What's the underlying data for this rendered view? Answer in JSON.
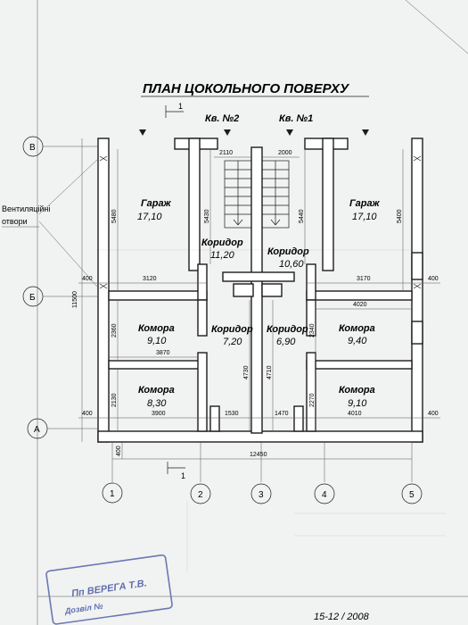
{
  "title": "ПЛАН ЦОКОЛЬНОГО ПОВЕРХУ",
  "section_mark": "1",
  "apartments": [
    "Кв. №2",
    "Кв. №1"
  ],
  "rooms": [
    {
      "id": "garage-left",
      "name": "Гараж",
      "area": "17,10"
    },
    {
      "id": "corridor-2",
      "name": "Коридор",
      "area": "11,20"
    },
    {
      "id": "corridor-1",
      "name": "Коридор",
      "area": "10,60"
    },
    {
      "id": "garage-right",
      "name": "Гараж",
      "area": "17,10"
    },
    {
      "id": "storage-1",
      "name": "Комора",
      "area": "9,10"
    },
    {
      "id": "corridor-3",
      "name": "Коридор",
      "area": "7,20"
    },
    {
      "id": "corridor-4",
      "name": "Коридор",
      "area": "6,90"
    },
    {
      "id": "storage-2",
      "name": "Комора",
      "area": "9,40"
    },
    {
      "id": "storage-3",
      "name": "Комора",
      "area": "8,30"
    },
    {
      "id": "storage-4",
      "name": "Комора",
      "area": "9,10"
    }
  ],
  "vent_label": [
    "Вентиляційні",
    "отвори"
  ],
  "axes_rows": [
    "В",
    "Б",
    "А"
  ],
  "axes_cols": [
    "1",
    "2",
    "3",
    "4",
    "5"
  ],
  "dims": {
    "d2110": "2110",
    "d2000": "2000",
    "d5480": "5480",
    "d5430": "5430",
    "d5440": "5440",
    "d5400": "5400",
    "d400a": "400",
    "d3120": "3120",
    "d3170": "3170",
    "d400b": "400",
    "d11500": "11500",
    "d4020": "4020",
    "d2360": "2360",
    "d2340": "2340",
    "d3870": "3870",
    "d4730": "4730",
    "d4710": "4710",
    "d2130": "2130",
    "d2270": "2270",
    "d400c": "400",
    "d3900": "3900",
    "d1530": "1530",
    "d1470": "1470",
    "d4010": "4010",
    "d400d": "400",
    "d400e": "400",
    "d12450": "12450"
  },
  "footer": "15-12 / 2008",
  "stamp_lines": [
    "Пп ВЕРЕГА Т.В.",
    "Дозвіл №"
  ]
}
